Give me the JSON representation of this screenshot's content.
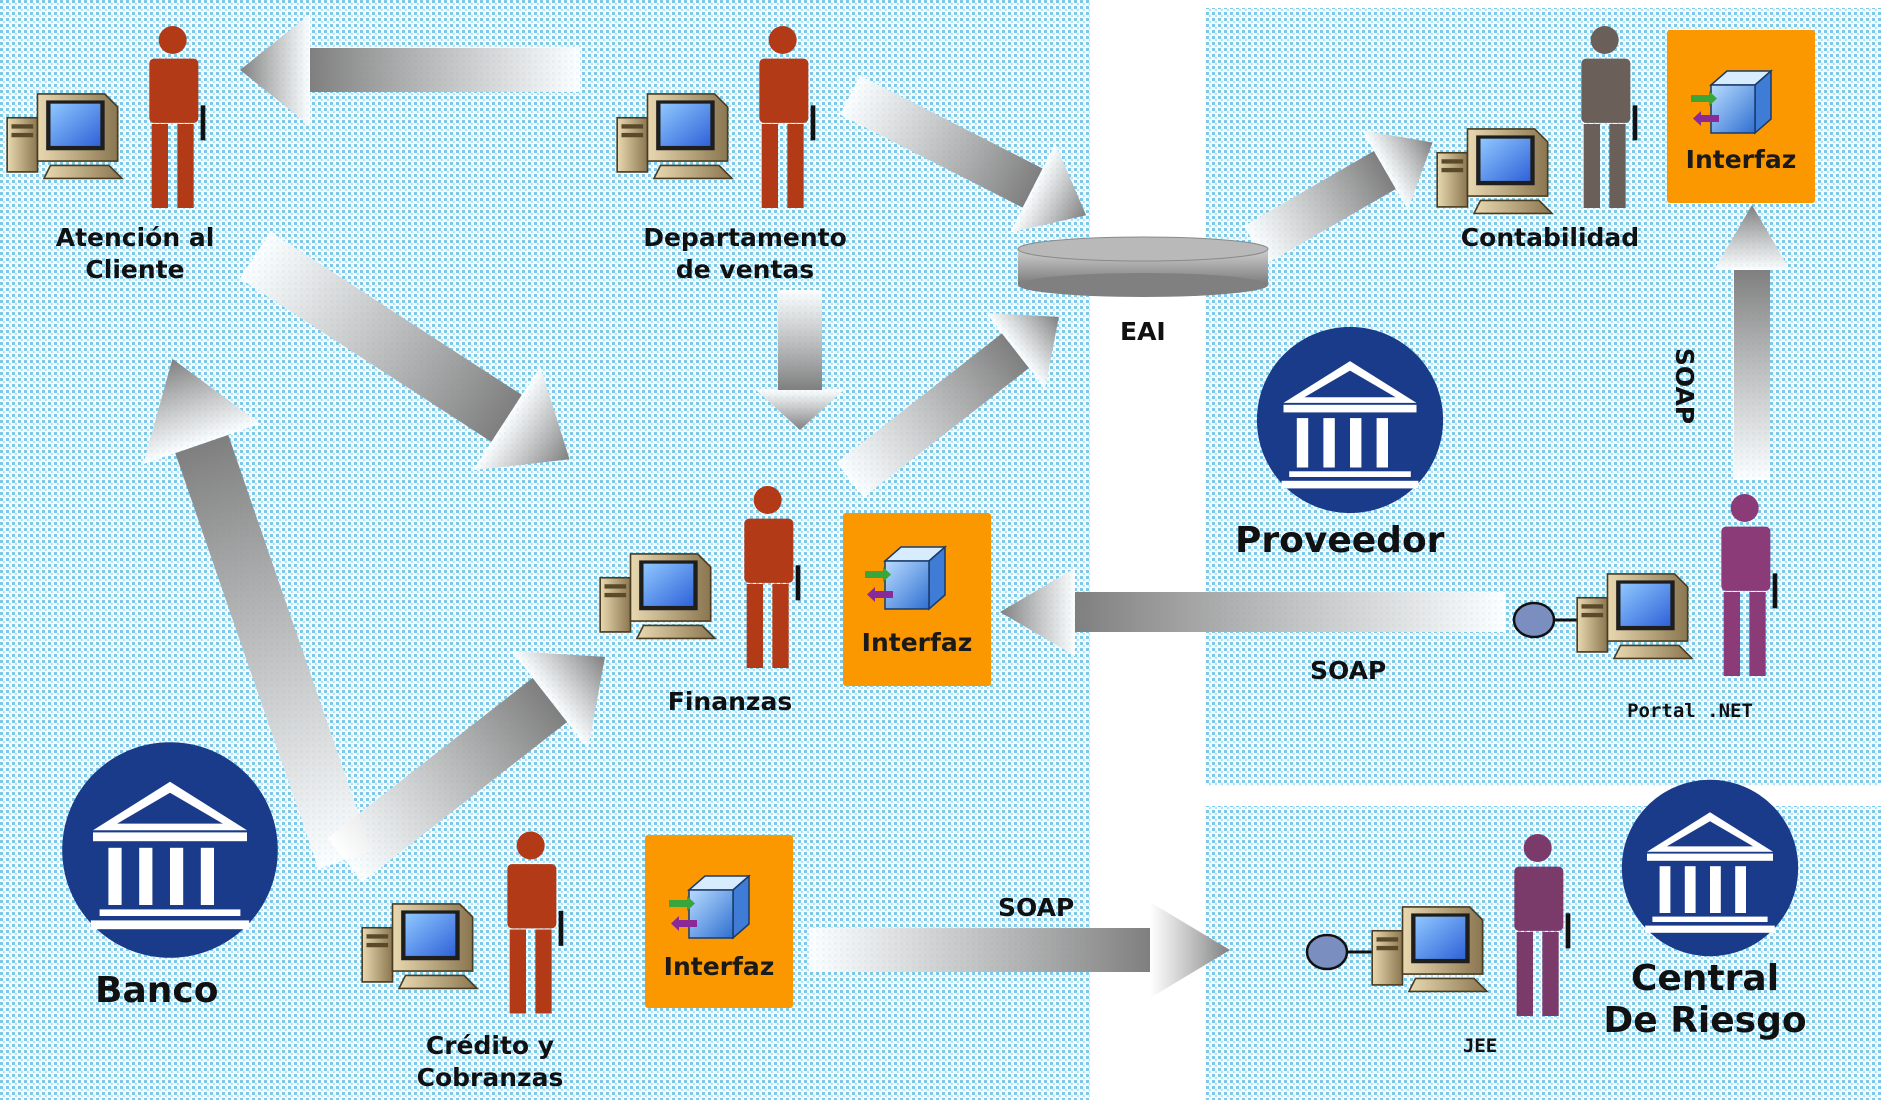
{
  "regions": {
    "banco": {
      "label": "Banco"
    },
    "proveedor": {
      "label": "Proveedor"
    },
    "central": {
      "label_line1": "Central",
      "label_line2": "De Riesgo"
    }
  },
  "nodes": {
    "atencion": {
      "line1": "Atención al",
      "line2": "Cliente"
    },
    "ventas": {
      "line1": "Departamento",
      "line2": "de ventas"
    },
    "finanzas": {
      "label": "Finanzas"
    },
    "credito": {
      "line1": "Crédito y",
      "line2": "Cobranzas"
    },
    "contabilidad": {
      "label": "Contabilidad"
    },
    "portal": {
      "label": "Portal .NET"
    },
    "jee": {
      "label": "JEE"
    },
    "eai": {
      "label": "EAI"
    }
  },
  "interfaces": {
    "finanzas": "Interfaz",
    "credito": "Interfaz",
    "contabilidad": "Interfaz"
  },
  "connections": {
    "soap_portal_finanzas": "SOAP",
    "soap_credito_jee": "SOAP",
    "soap_portal_contabilidad": "SOAP"
  },
  "colors": {
    "bank_person": "#b23a16",
    "contabilidad_person": "#6b5f5a",
    "portal_person": "#8a3b78",
    "jee_person": "#7a3a6a",
    "interface_box": "#fb9800",
    "bank_emblem": "#1a3a8a",
    "arrow_gray": "#8f8f8f"
  }
}
